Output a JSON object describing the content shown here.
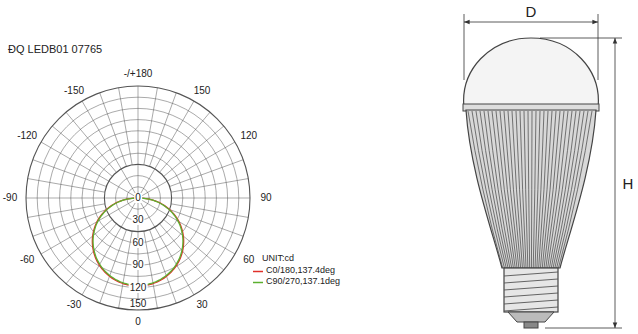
{
  "diagram": {
    "title": "ĐQ LEDB01 07765",
    "labels": [
      "-/+180",
      "-150",
      "150",
      "-120",
      "120",
      "-90",
      "90",
      "-60",
      "60",
      "-30",
      "30",
      "0",
      "0",
      "30",
      "60",
      "90",
      "120",
      "150",
      "UNIT:cd",
      "D",
      "H"
    ],
    "legend": [
      {
        "text": "C0/180,137.4deg"
      },
      {
        "text": "C90/270,137.1deg"
      }
    ]
  }
}
